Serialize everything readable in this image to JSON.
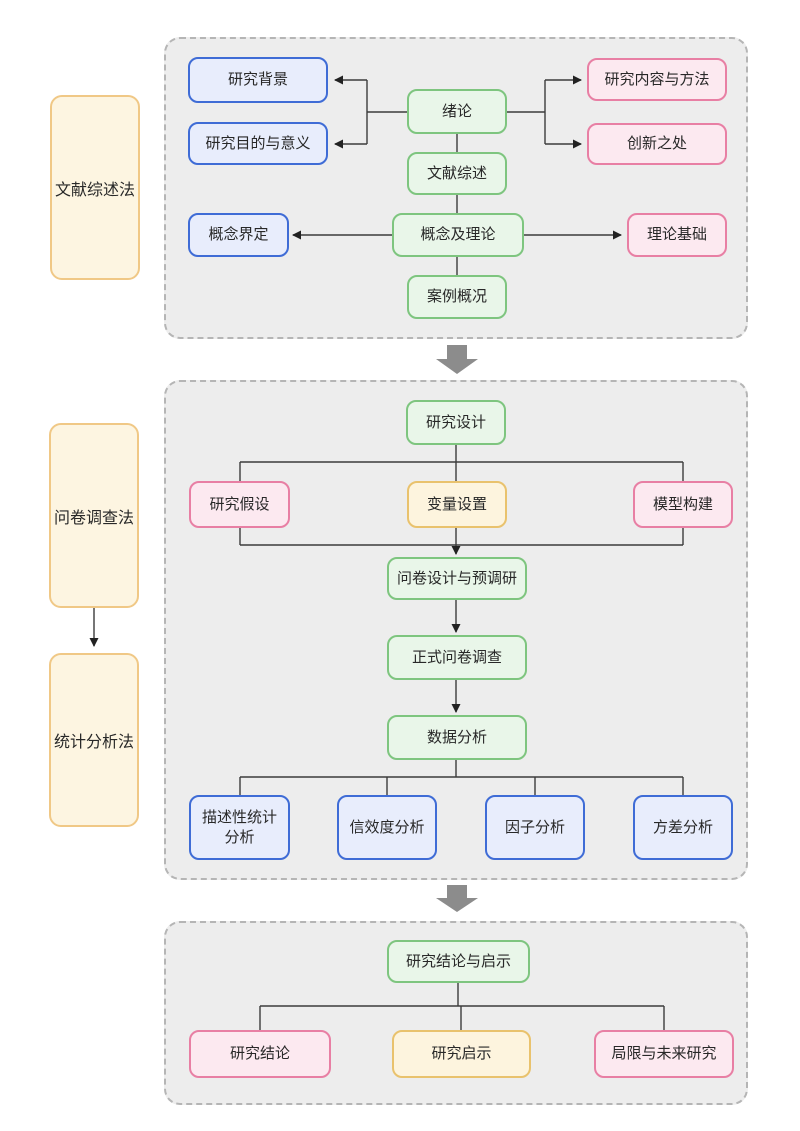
{
  "sidebar": {
    "items": [
      "文献综述法",
      "问卷调查法",
      "统计分析法"
    ]
  },
  "panel1": {
    "intro": "绪论",
    "background": "研究背景",
    "purpose": "研究目的与意义",
    "content_method": "研究内容与方法",
    "innovation": "创新之处",
    "literature": "文献综述",
    "concept_theory": "概念及理论",
    "concept_def": "概念界定",
    "theory_base": "理论基础",
    "case_overview": "案例概况"
  },
  "panel2": {
    "design": "研究设计",
    "hypothesis": "研究假设",
    "variables": "变量设置",
    "model": "模型构建",
    "pre_survey": "问卷设计与预调研",
    "formal_survey": "正式问卷调查",
    "data_analysis": "数据分析",
    "descriptive": "描述性统计分析",
    "reliability": "信效度分析",
    "factor": "因子分析",
    "variance": "方差分析"
  },
  "panel3": {
    "conclusion_implication": "研究结论与启示",
    "conclusion": "研究结论",
    "implication": "研究启示",
    "limitation": "局限与未来研究"
  },
  "colors": {
    "panel_fill": "#ededed",
    "panel_border": "#b5b5b5",
    "green_border": "#7ec57f",
    "green_fill": "#e9f6e9",
    "blue_border": "#3f6cd6",
    "blue_fill": "#e8edfc",
    "pink_border": "#e87fa4",
    "pink_fill": "#fce9f0",
    "amber_border": "#e9c26d",
    "amber_fill": "#fdf4de",
    "sidebar_border": "#f0c886",
    "sidebar_fill": "#fdf5e1",
    "connector": "#3c3c3c",
    "section_arrow": "#8c8c8c"
  }
}
